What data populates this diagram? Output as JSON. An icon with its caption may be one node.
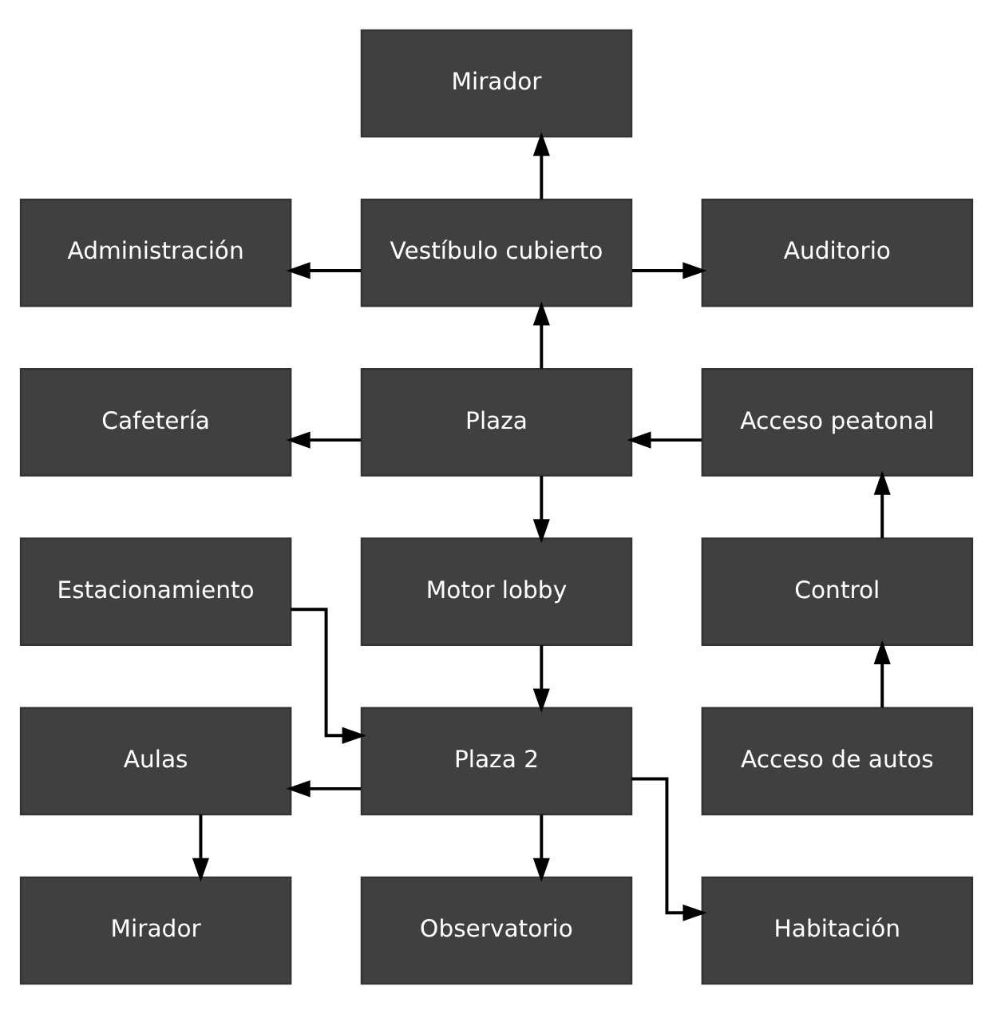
{
  "diagram": {
    "nodes": [
      {
        "text": [
          "Mirador"
        ]
      },
      {
        "text": [
          "Administración"
        ]
      },
      {
        "text": [
          "Vestíbulo cubierto"
        ]
      },
      {
        "text": [
          "Auditorio"
        ]
      },
      {
        "text": [
          "Cafetería"
        ]
      },
      {
        "text": [
          "Plaza"
        ]
      },
      {
        "text": [
          "Acceso peatonal"
        ]
      },
      {
        "text": [
          "Estacionamiento"
        ]
      },
      {
        "text": [
          "Motor lobby"
        ]
      },
      {
        "text": [
          "Control"
        ]
      },
      {
        "text": [
          "Aulas"
        ]
      },
      {
        "text": [
          "Plaza 2"
        ]
      },
      {
        "text": [
          "Acceso de autos"
        ]
      },
      {
        "text": [
          "Mirador"
        ]
      },
      {
        "text": [
          "Observatorio"
        ]
      },
      {
        "text": [
          "Habitación"
        ]
      }
    ],
    "edges": [
      {
        "from": 2,
        "to": 0,
        "arrow": "to"
      },
      {
        "from": 2,
        "to": 1,
        "arrow": "to"
      },
      {
        "from": 2,
        "to": 3,
        "arrow": "to"
      },
      {
        "from": 5,
        "to": 2,
        "arrow": "to"
      },
      {
        "from": 5,
        "to": 4,
        "arrow": "to"
      },
      {
        "from": 6,
        "to": 5,
        "arrow": "to"
      },
      {
        "from": 5,
        "to": 8,
        "arrow": "to"
      },
      {
        "from": 9,
        "to": 6,
        "arrow": "to"
      },
      {
        "from": 12,
        "to": 9,
        "arrow": "to"
      },
      {
        "from": 7,
        "to": 11,
        "arrow": "to"
      },
      {
        "from": 8,
        "to": 11,
        "arrow": "to"
      },
      {
        "from": 11,
        "to": 10,
        "arrow": "to"
      },
      {
        "from": 10,
        "to": 13,
        "arrow": "to"
      },
      {
        "from": 11,
        "to": 14,
        "arrow": "to"
      },
      {
        "from": 11,
        "to": 15,
        "arrow": "to"
      }
    ]
  }
}
